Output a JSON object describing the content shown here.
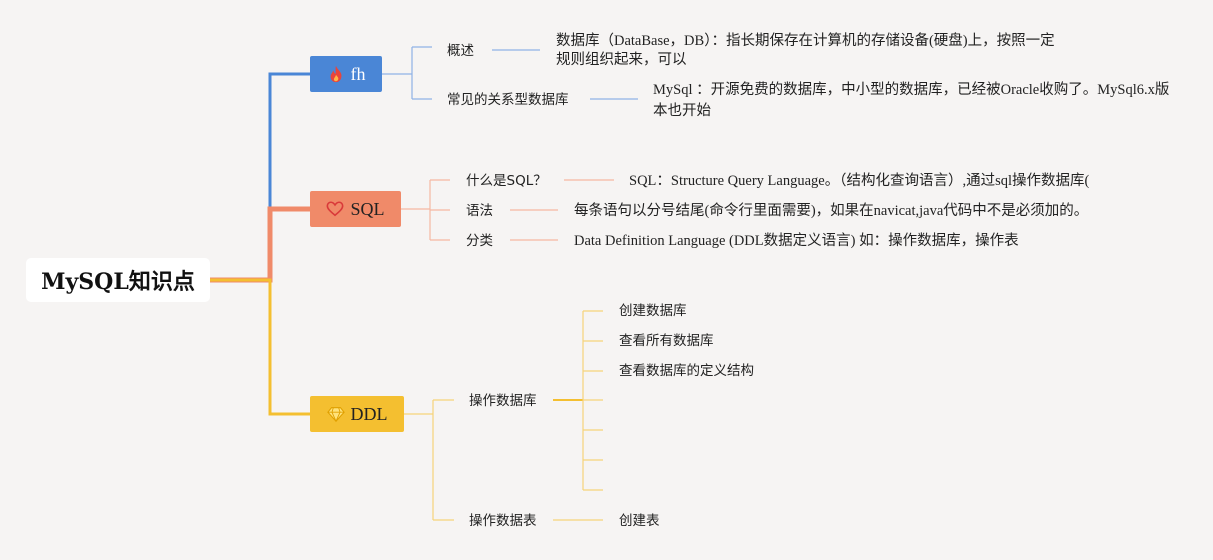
{
  "root": {
    "label": "MySQL知识点"
  },
  "branches": {
    "fh": {
      "label": "fh",
      "icon": "flame-icon",
      "color": "#4a86d6",
      "items": [
        {
          "label": "概述",
          "detail": [
            "数据库（DataBase，DB）：指长期保存在计算机的存储设备(硬盘)上，按照一定",
            "规则组织起来，可以"
          ]
        },
        {
          "label": "常见的关系型数据库",
          "detail": [
            "MySql ：开源免费的数据库，中小型的数据库，已经被Oracle收购了。MySql6.x版",
            "本也开始"
          ]
        }
      ]
    },
    "sql": {
      "label": "SQL",
      "icon": "heart-icon",
      "color": "#f08a69",
      "items": [
        {
          "label": "什么是SQL？",
          "detail": "SQL：Structure Query Language。（结构化查询语言）,通过sql操作数据库("
        },
        {
          "label": "语法",
          "detail": "每条语句以分号结尾(命令行里面需要)，如果在navicat,java代码中不是必须加的。"
        },
        {
          "label": "分类",
          "detail": "Data Definition Language (DDL数据定义语言) 如：操作数据库，操作表"
        }
      ]
    },
    "ddl": {
      "label": "DDL",
      "icon": "diamond-icon",
      "color": "#f4bf30",
      "db": {
        "label": "操作数据库",
        "children": [
          "创建数据库",
          "查看所有数据库",
          "查看数据库的定义结构",
          "",
          "",
          "",
          ""
        ]
      },
      "table": {
        "label": "操作数据表",
        "children": [
          "创建表"
        ]
      }
    }
  }
}
